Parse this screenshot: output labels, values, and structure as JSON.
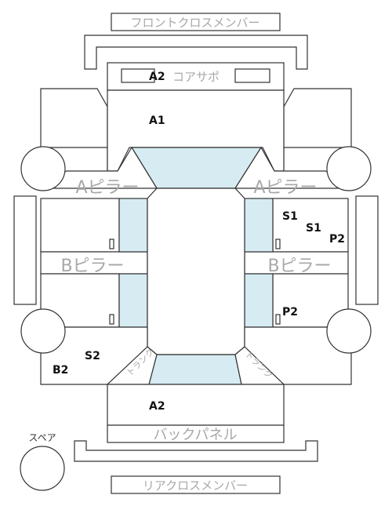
{
  "parts": {
    "front_cross_member": "フロントクロスメンバー",
    "core_support": "コアサポ",
    "a_pillar": "Aピラー",
    "b_pillar": "Bピラー",
    "trunk": "トランク",
    "back_panel": "バックパネル",
    "rear_cross_member": "リアクロスメンバー",
    "spare": "スペア"
  },
  "codes": {
    "core_support": "A2",
    "hood": "A1",
    "trunk_lid": "A2",
    "front_door_s1_a": "S1",
    "front_door_s1_b": "S1",
    "front_door_p2": "P2",
    "rear_door_p2": "P2",
    "rear_quarter_s2": "S2",
    "rear_quarter_b2": "B2"
  }
}
